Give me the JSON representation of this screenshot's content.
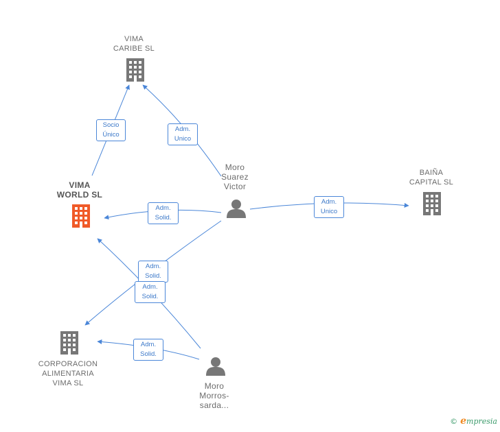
{
  "nodes": {
    "vima_caribe": {
      "label": "VIMA\nCARIBE  SL",
      "type": "company",
      "color": "#777777"
    },
    "vima_world": {
      "label": "VIMA\nWORLD  SL",
      "type": "company",
      "color": "#f05a28"
    },
    "baina_capital": {
      "label": "BAIÑA\nCAPITAL  SL",
      "type": "company",
      "color": "#777777"
    },
    "corporacion": {
      "label": "CORPORACION\nALIMENTARIA\nVIMA SL",
      "type": "company",
      "color": "#777777"
    },
    "moro_suarez": {
      "label": "Moro\nSuarez\nVictor",
      "type": "person",
      "color": "#777777"
    },
    "moro_morros": {
      "label": "Moro\nMorros-\nsarda...",
      "type": "person",
      "color": "#777777"
    }
  },
  "edges": [
    {
      "id": "vw_vc",
      "label": "Socio\nÚnico"
    },
    {
      "id": "ms_vc",
      "label": "Adm.\nUnico"
    },
    {
      "id": "ms_vw",
      "label": "Adm.\nSolid."
    },
    {
      "id": "ms_bc",
      "label": "Adm.\nUnico"
    },
    {
      "id": "ms_corp",
      "label": "Adm.\nSolid."
    },
    {
      "id": "mm_vw",
      "label": "Adm.\nSolid."
    },
    {
      "id": "mm_corp",
      "label": "Adm.\nSolid."
    }
  ],
  "colors": {
    "edge": "#4a86d8",
    "icon": "#777777",
    "highlight": "#f05a28"
  },
  "brand": {
    "copyright": "©",
    "name": "mpresia",
    "initial": "e"
  }
}
